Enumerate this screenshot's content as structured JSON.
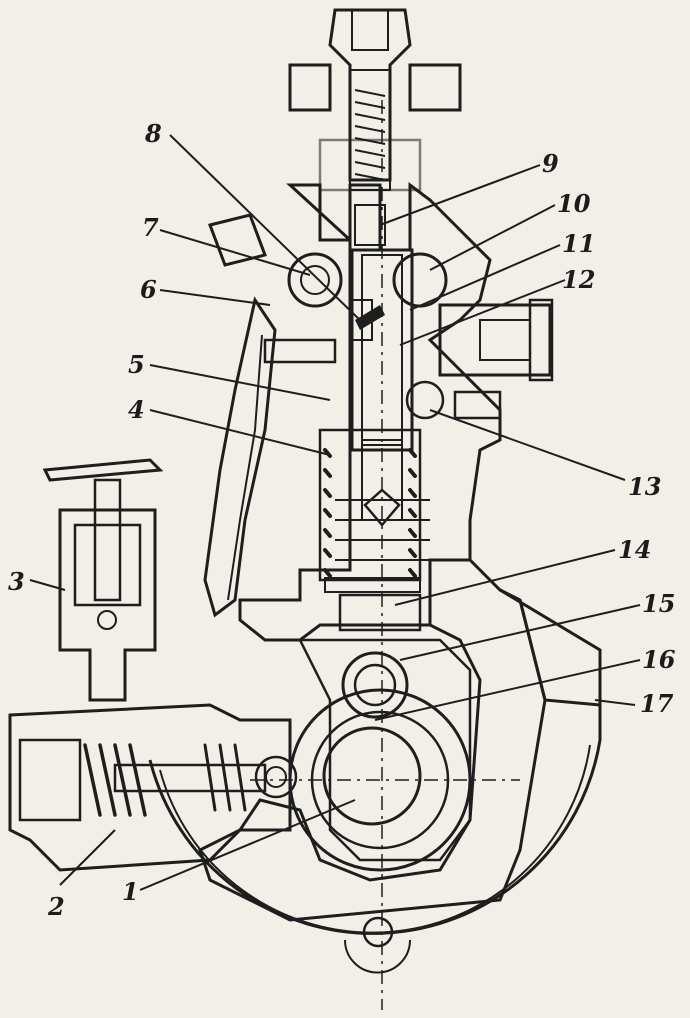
{
  "diagram": {
    "callouts": [
      {
        "id": "1",
        "text": "1"
      },
      {
        "id": "2",
        "text": "2"
      },
      {
        "id": "3",
        "text": "3"
      },
      {
        "id": "4",
        "text": "4"
      },
      {
        "id": "5",
        "text": "5"
      },
      {
        "id": "6",
        "text": "6"
      },
      {
        "id": "7",
        "text": "7"
      },
      {
        "id": "8",
        "text": "8"
      },
      {
        "id": "9",
        "text": "9"
      },
      {
        "id": "10",
        "text": "10"
      },
      {
        "id": "11",
        "text": "11"
      },
      {
        "id": "12",
        "text": "12"
      },
      {
        "id": "13",
        "text": "13"
      },
      {
        "id": "14",
        "text": "14"
      },
      {
        "id": "15",
        "text": "15"
      },
      {
        "id": "16",
        "text": "16"
      },
      {
        "id": "17",
        "text": "17"
      }
    ],
    "colors": {
      "ink": "#1e1e1e",
      "paper": "#f1efe7"
    }
  }
}
